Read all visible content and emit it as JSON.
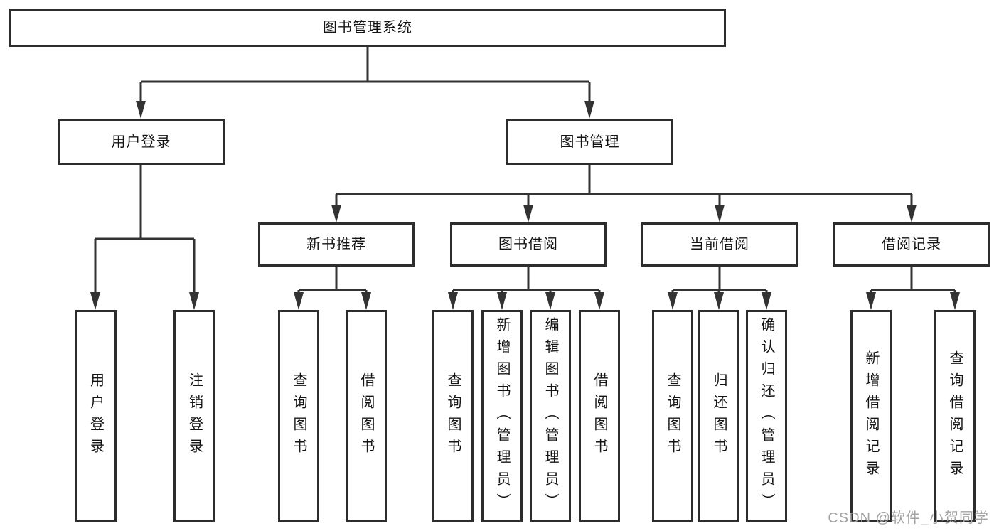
{
  "tree": {
    "label": "图书管理系统",
    "children": [
      {
        "label": "用户登录",
        "children": [
          {
            "label": "用户登录"
          },
          {
            "label": "注销登录"
          }
        ]
      },
      {
        "label": "图书管理",
        "children": [
          {
            "label": "新书推荐",
            "children": [
              {
                "label": "查询图书"
              },
              {
                "label": "借阅图书"
              }
            ]
          },
          {
            "label": "图书借阅",
            "children": [
              {
                "label": "查询图书"
              },
              {
                "label": "新增图书（管理员）"
              },
              {
                "label": "编辑图书（管理员）"
              },
              {
                "label": "借阅图书"
              }
            ]
          },
          {
            "label": "当前借阅",
            "children": [
              {
                "label": "查询图书"
              },
              {
                "label": "归还图书"
              },
              {
                "label": "确认归还（管理员）"
              }
            ]
          },
          {
            "label": "借阅记录",
            "children": [
              {
                "label": "新增借阅记录"
              },
              {
                "label": "查询借阅记录"
              }
            ]
          }
        ]
      }
    ]
  },
  "watermark": "CSDN @软件_小贺同学",
  "colors": {
    "line": "#333333",
    "box_border": "#2d2d2d",
    "text": "#141414",
    "watermark": "#a3a3a3",
    "background": "#ffffff"
  }
}
